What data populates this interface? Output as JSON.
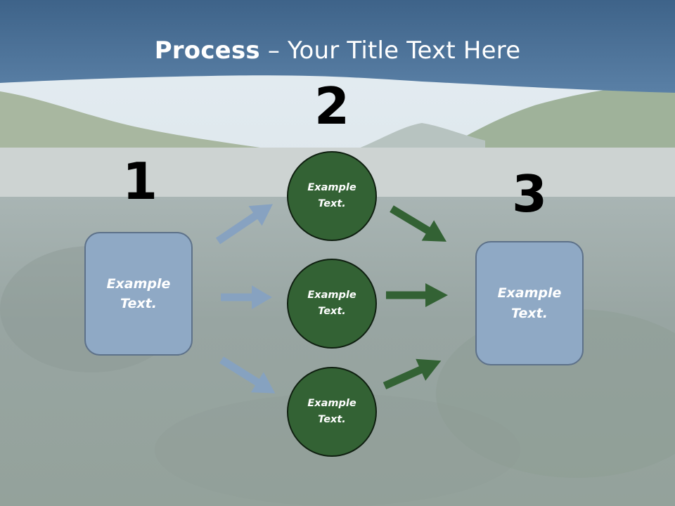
{
  "title": {
    "bold": "Process",
    "rest": " – Your Title Text Here"
  },
  "steps": {
    "one": "1",
    "two": "2",
    "three": "3"
  },
  "left_box": {
    "line1": "Example",
    "line2": "Text."
  },
  "right_box": {
    "line1": "Example",
    "line2": "Text."
  },
  "circles": [
    {
      "line1": "Example",
      "line2": "Text."
    },
    {
      "line1": "Example",
      "line2": "Text."
    },
    {
      "line1": "Example",
      "line2": "Text."
    }
  ],
  "colors": {
    "header": "#4a6f96",
    "box_fill": "#8fa9c5",
    "box_border": "#5d7189",
    "circle_fill": "#336234",
    "circle_border": "#0f1f10",
    "blue_arrow": "#86a2c2",
    "green_arrow": "#336234"
  }
}
